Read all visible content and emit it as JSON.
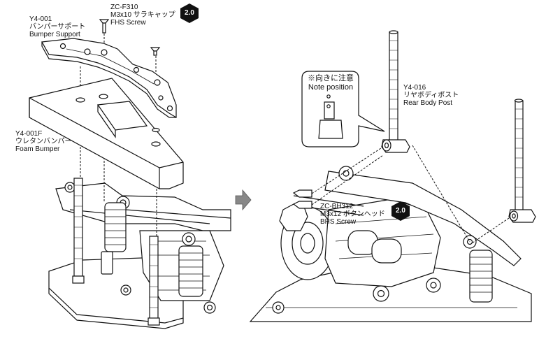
{
  "labels": {
    "bumper_support": {
      "part_no": "Y4-001",
      "name_jp": "バンパーサポート",
      "name_en": "Bumper Support"
    },
    "fhs_screw": {
      "part_no": "ZC-F310",
      "name_jp": "M3x10 サラキャップ",
      "name_en": "FHS Screw"
    },
    "foam_bumper": {
      "part_no": "Y4-001F",
      "name_jp": "ウレタンバンパー",
      "name_en": "Foam Bumper"
    },
    "rear_body_post": {
      "part_no": "Y4-016",
      "name_jp": "リヤボディポスト",
      "name_en": "Rear Body Post"
    },
    "bhs_screw": {
      "part_no": "ZC-BH312",
      "name_jp": "M3x12 ボタンヘッド",
      "name_en": "BHS Screw"
    }
  },
  "note": {
    "line1": "※向きに注意",
    "line2": "Note position"
  },
  "badges": {
    "hex_key_left": "2.0",
    "hex_key_right": "2.0"
  },
  "colors": {
    "line": "#111111",
    "fill": "#ffffff",
    "arrow": "#888888",
    "badge": "#111111"
  }
}
